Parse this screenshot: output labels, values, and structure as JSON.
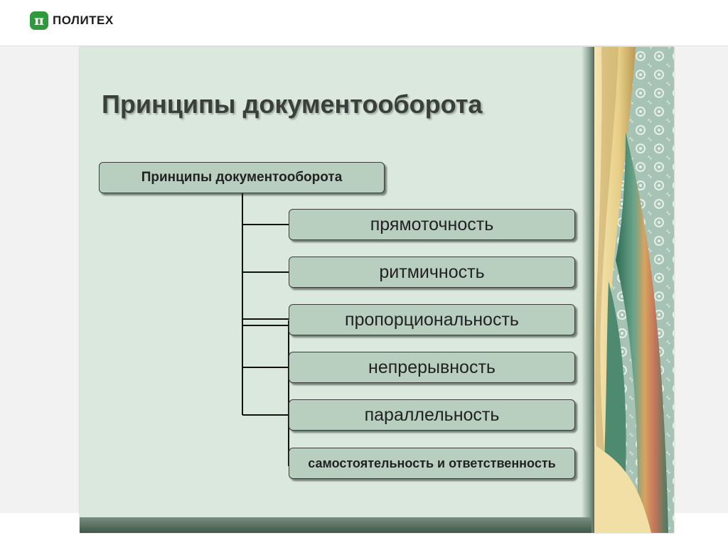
{
  "header": {
    "logo_glyph": "π",
    "logo_text": "ПОЛИТЕХ",
    "logo_color": "#2e9a3c"
  },
  "slide": {
    "title": "Принципы документооборота",
    "diagram": {
      "root": "Принципы документооборота",
      "items": [
        "прямоточность",
        "ритмичность",
        "пропорциональность",
        "непрерывность",
        "параллельность",
        "самостоятельность и ответственность"
      ]
    },
    "colors": {
      "background": "#dbe8de",
      "box_fill": "#b8cfc0",
      "title_text": "#3a3f3b"
    }
  }
}
